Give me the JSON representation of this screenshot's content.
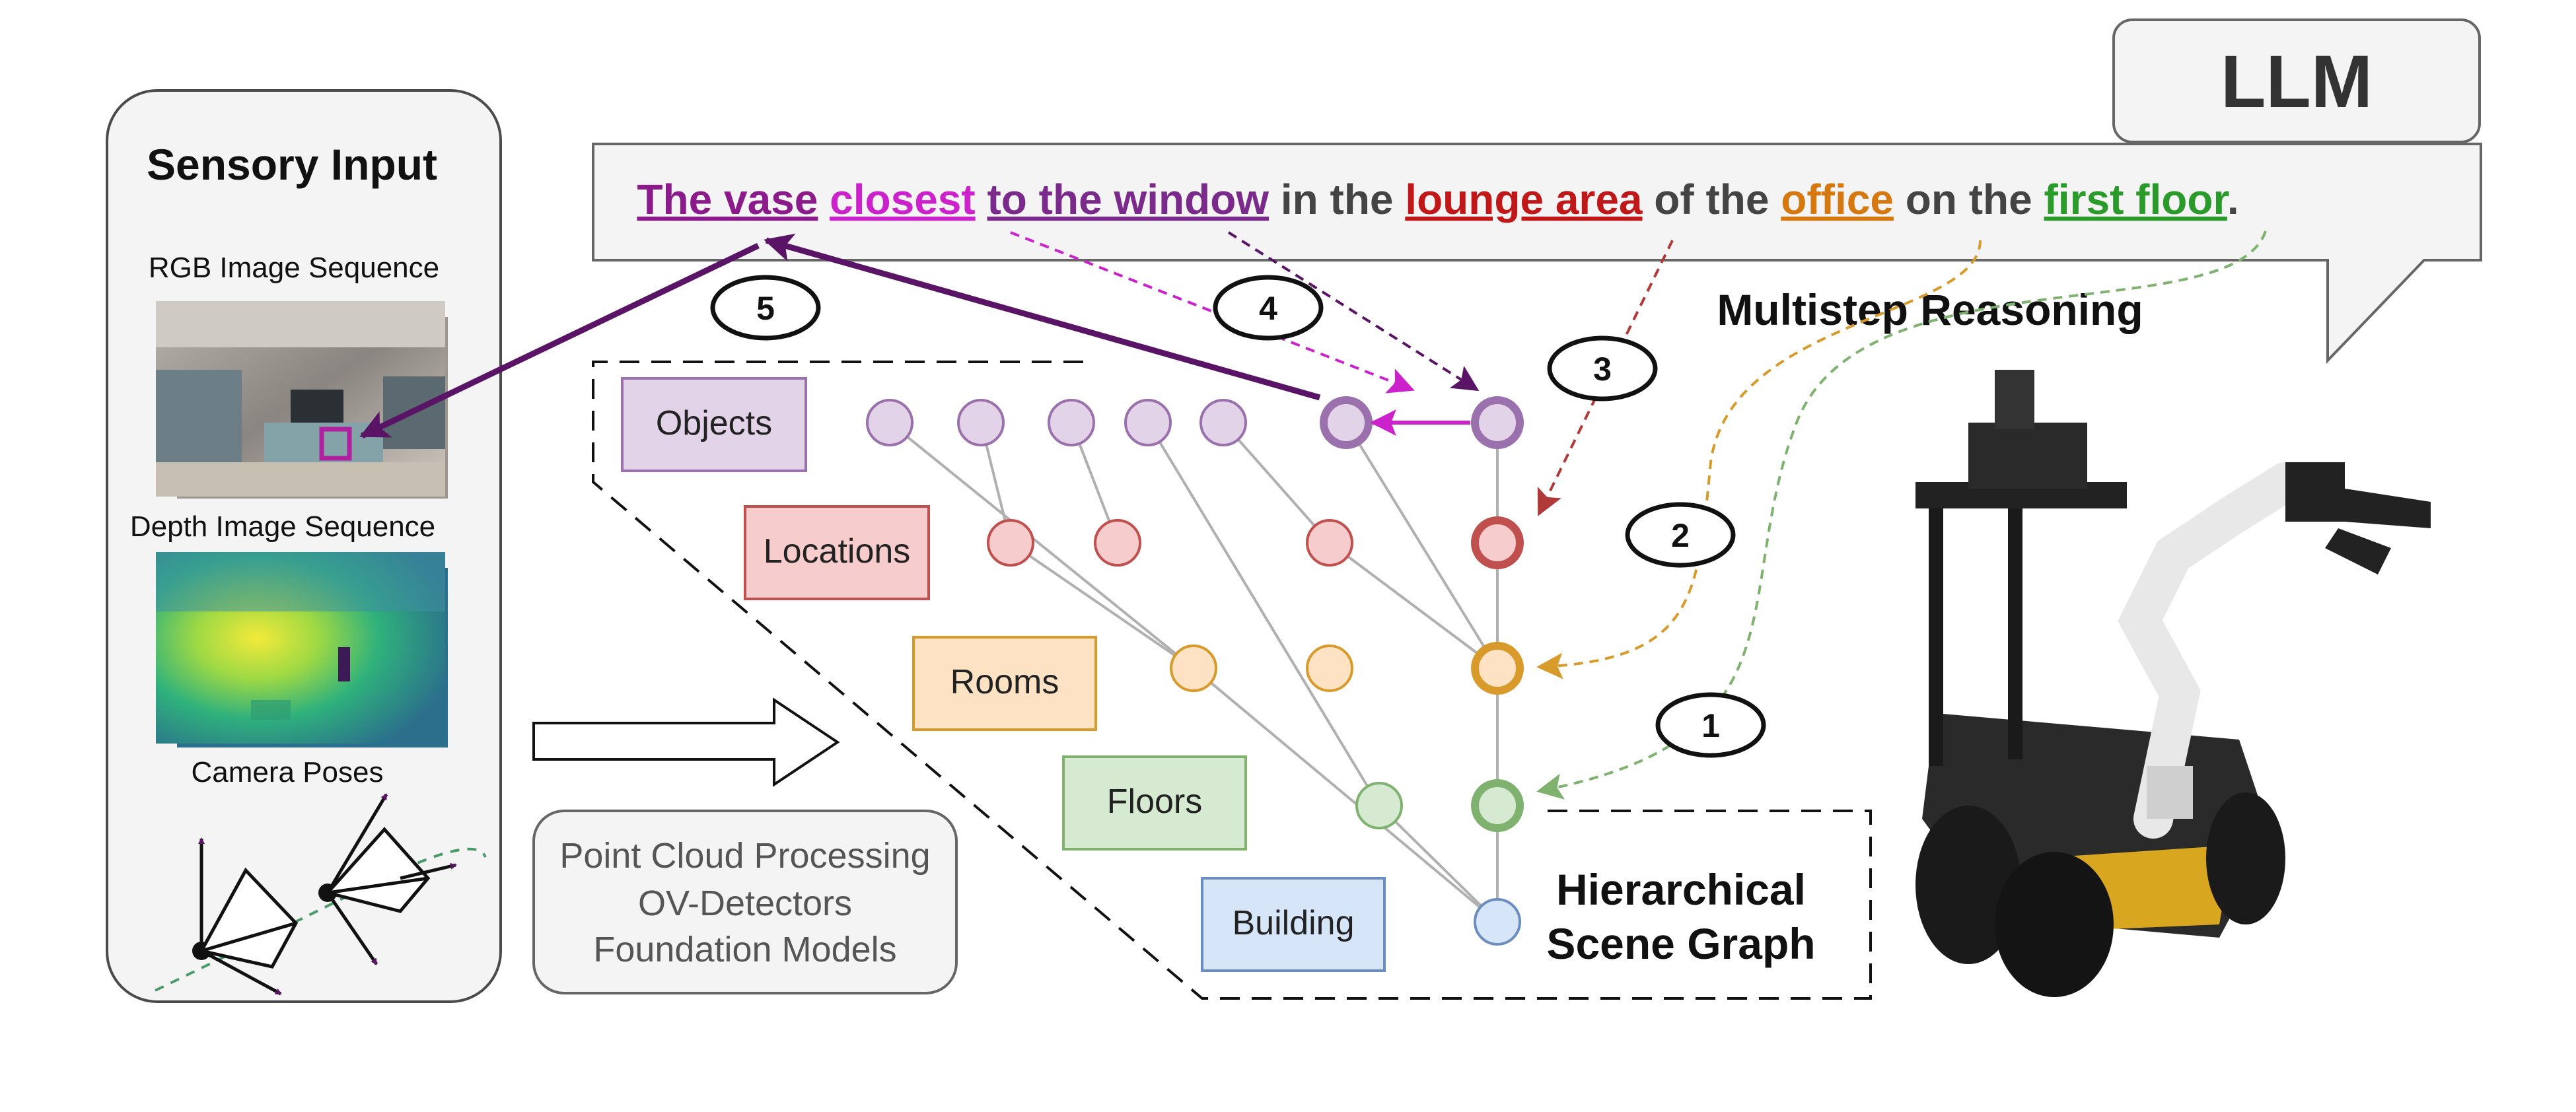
{
  "sensory": {
    "title": "Sensory Input",
    "rgb_label": "RGB Image Sequence",
    "depth_label": "Depth Image Sequence",
    "camera_label": "Camera Poses"
  },
  "processing": {
    "lines": [
      "Point Cloud Processing",
      "OV-Detectors",
      "Foundation Models"
    ]
  },
  "llm": {
    "label": "LLM"
  },
  "query": {
    "segments": [
      {
        "text": "The vase",
        "color": "#8b1a8b",
        "underline": true
      },
      {
        "text": " ",
        "color": "#444444",
        "underline": false
      },
      {
        "text": "closest",
        "color": "#cc22cc",
        "underline": true
      },
      {
        "text": " ",
        "color": "#444444",
        "underline": false
      },
      {
        "text": "to the window",
        "color": "#7a2a8a",
        "underline": true
      },
      {
        "text": " in the ",
        "color": "#444444",
        "underline": false
      },
      {
        "text": "lounge area",
        "color": "#c01818",
        "underline": true
      },
      {
        "text": " of the ",
        "color": "#444444",
        "underline": false
      },
      {
        "text": "office",
        "color": "#d4780f",
        "underline": true
      },
      {
        "text": " on the ",
        "color": "#444444",
        "underline": false
      },
      {
        "text": "first floor",
        "color": "#2a9a2a",
        "underline": true
      },
      {
        "text": ".",
        "color": "#444444",
        "underline": false
      }
    ]
  },
  "reasoning": {
    "label": "Multistep Reasoning"
  },
  "steps": [
    "1",
    "2",
    "3",
    "4",
    "5"
  ],
  "graph": {
    "title_line1": "Hierarchical",
    "title_line2": "Scene Graph",
    "levels": [
      {
        "label": "Objects",
        "fill": "#e3d3e8",
        "stroke": "#9a70ad"
      },
      {
        "label": "Locations",
        "fill": "#f6cccc",
        "stroke": "#c0504d"
      },
      {
        "label": "Rooms",
        "fill": "#fde3c4",
        "stroke": "#d89b2b"
      },
      {
        "label": "Floors",
        "fill": "#d6ead2",
        "stroke": "#7fb26f"
      },
      {
        "label": "Building",
        "fill": "#d6e6f8",
        "stroke": "#6c8ebf"
      }
    ]
  },
  "robot": {
    "image": "mobile-manipulator-robot"
  }
}
